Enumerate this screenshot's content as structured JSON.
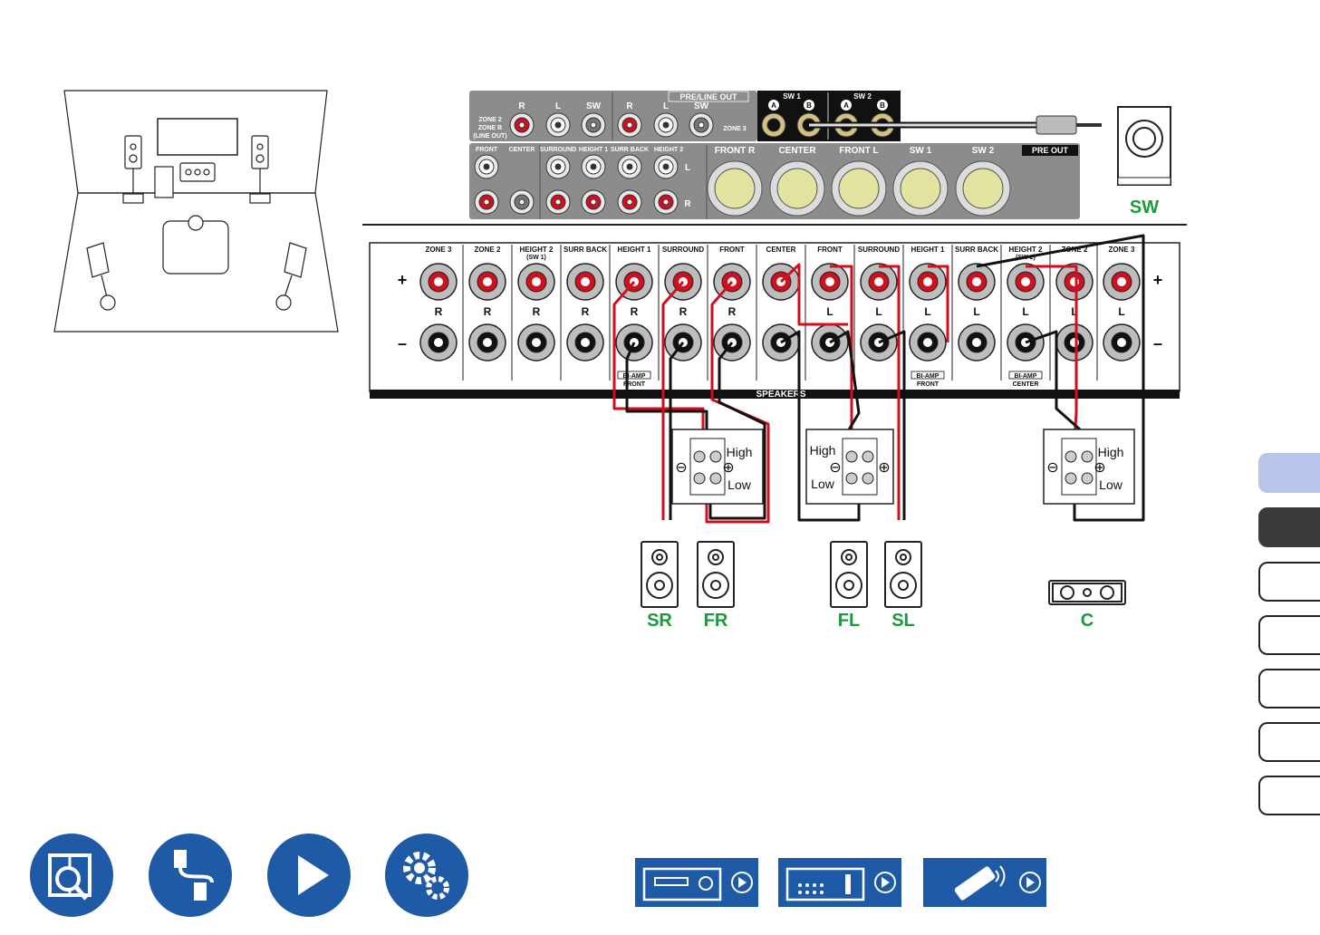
{
  "colors": {
    "accent_green": "#1a9a3c",
    "nav_blue": "#1f5aa6",
    "tab_blue": "#b9c4ea",
    "tab_dark": "#3a3a3a",
    "panel_gray": "#8c8c8c",
    "wire_red": "#d0101e",
    "wire_black": "#111111"
  },
  "preout_top": {
    "pre_line_out": "PRE/LINE OUT",
    "zone2": "ZONE 2",
    "zoneb": "ZONE B",
    "line_out": "(LINE OUT)",
    "r": "R",
    "l": "L",
    "sw": "SW",
    "zone3": "ZONE 3",
    "sw1": "SW 1",
    "sw2": "SW 2",
    "a": "A",
    "b": "B"
  },
  "preout_bottom": {
    "labels": [
      "FRONT",
      "CENTER",
      "SURROUND",
      "HEIGHT 1",
      "SURR BACK",
      "HEIGHT 2"
    ],
    "l": "L",
    "r": "R",
    "xlr": [
      "FRONT R",
      "CENTER",
      "FRONT L",
      "SW 1",
      "SW 2"
    ],
    "pre_out": "PRE OUT"
  },
  "subwoofer_label": "SW",
  "speaker_panel": {
    "right_labels": [
      "ZONE 3",
      "ZONE 2",
      "HEIGHT 2",
      "SURR BACK",
      "HEIGHT 1",
      "SURROUND",
      "FRONT"
    ],
    "sw1_note": "(SW 1)",
    "center": "CENTER",
    "left_labels": [
      "FRONT",
      "SURROUND",
      "HEIGHT 1",
      "SURR BACK",
      "HEIGHT 2",
      "ZONE 2",
      "ZONE 3"
    ],
    "sw2_note": "(SW 2)",
    "plus": "+",
    "minus": "–",
    "r": "R",
    "l": "L",
    "biamp": "BI-AMP",
    "biamp_front": "FRONT",
    "biamp_center": "CENTER",
    "speakers": "SPEAKERS"
  },
  "biamp_boxes": {
    "high": "High",
    "low": "Low"
  },
  "speakers": [
    {
      "label": "SR"
    },
    {
      "label": "FR"
    },
    {
      "label": "FL"
    },
    {
      "label": "SL"
    },
    {
      "label": "C"
    }
  ]
}
